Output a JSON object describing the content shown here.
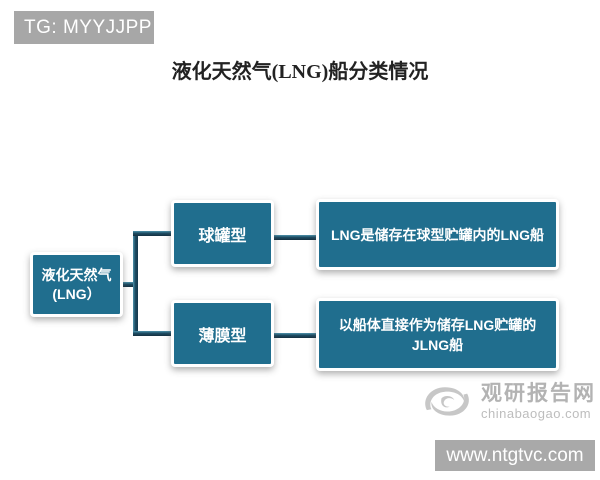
{
  "badge": {
    "label": "TG: MYYJJPP"
  },
  "title": "液化天然气(LNG)船分类情况",
  "diagram": {
    "root": {
      "line1": "液化天然气",
      "line2": "(LNG）"
    },
    "branches": [
      {
        "type_label": "球罐型",
        "description": "LNG是储存在球型贮罐内的LNG船"
      },
      {
        "type_label": "薄膜型",
        "description": "以船体直接作为储存LNG贮罐的JLNG船"
      }
    ]
  },
  "watermark": {
    "site_name": "观研报告网",
    "site_url": "chinabaogao.com",
    "logo": "swirl-icon"
  },
  "footer": {
    "url": "www.ntgtvc.com"
  },
  "colors": {
    "box_fill": "#206e8e",
    "connector_dark": "#1d4d64",
    "badge_bg": "#a7a7a7",
    "footer_bg": "#a9a9a9",
    "watermark_gray": "#b3b3b3"
  }
}
